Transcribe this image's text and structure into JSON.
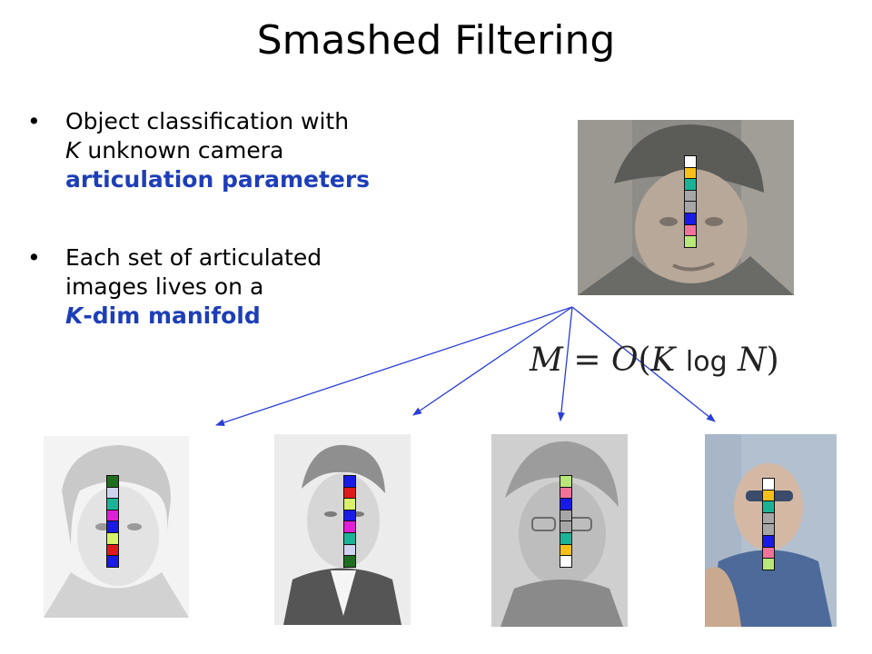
{
  "title": "Smashed Filtering",
  "bullets": [
    {
      "line1": "Object classification with",
      "line2_var": "K",
      "line2_rest": " unknown camera",
      "line3": "articulation parameters"
    },
    {
      "line1": "Each set of articulated",
      "line2": "images lives on a",
      "line3_var": "K",
      "line3_rest": "-dim manifold"
    }
  ],
  "bullet_symbol": "•",
  "formula": {
    "M": "M",
    "eq": "=",
    "O": "O",
    "lparen": "(",
    "K": "K",
    "log": "log",
    "N": "N",
    "rparen": ")"
  },
  "colors": {
    "highlight": "#1d3eb8",
    "arrow": "#2a3fd6"
  },
  "strips": {
    "top_photo": [
      "#ffffff",
      "#f7bf1a",
      "#1bb396",
      "#a6a6a6",
      "#a6a6a6",
      "#1a1ae6",
      "#f2729c",
      "#b8e879"
    ],
    "photo_1": [
      "#1f6e1f",
      "#cfd3ee",
      "#1bb396",
      "#e01fd6",
      "#1a1ae6",
      "#d8f06a",
      "#e01a1a",
      "#1a1ae6"
    ],
    "photo_2": [
      "#1a1ae6",
      "#e01a1a",
      "#d8f06a",
      "#1a1ae6",
      "#e01fd6",
      "#1bb396",
      "#cfd3ee",
      "#1f6e1f"
    ],
    "photo_3": [
      "#b8e879",
      "#f2729c",
      "#1a1ae6",
      "#a6a6a6",
      "#a6a6a6",
      "#1bb396",
      "#f7bf1a",
      "#ffffff"
    ],
    "photo_4": [
      "#ffffff",
      "#f7bf1a",
      "#1bb396",
      "#a6a6a6",
      "#a6a6a6",
      "#1a1ae6",
      "#f2729c",
      "#b8e879"
    ]
  }
}
